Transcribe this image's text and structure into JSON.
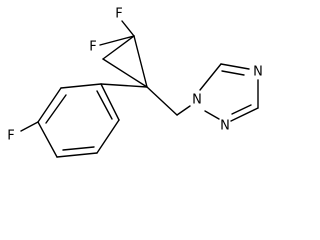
{
  "molecule": {
    "atoms": {
      "f_top_left": "F",
      "f_top_right": "F",
      "f_para": "F",
      "n1": "N",
      "n2": "N",
      "n4": "N"
    }
  }
}
